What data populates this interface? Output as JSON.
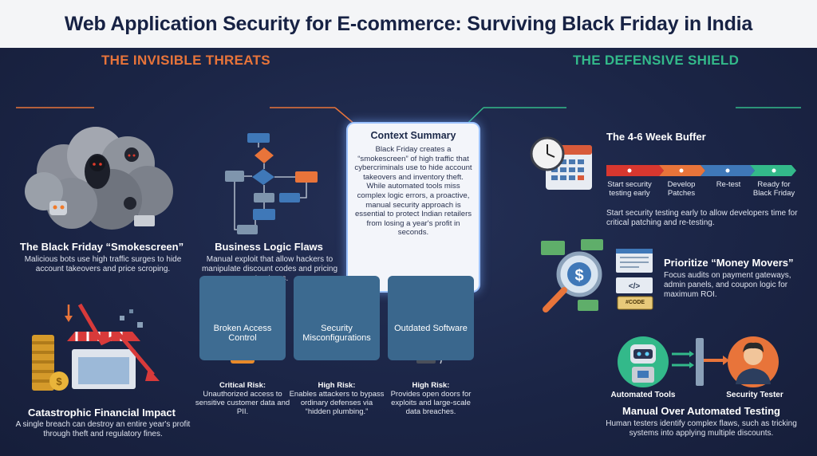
{
  "header": {
    "title": "Web Application Security for E-commerce: Surviving Black Friday in India"
  },
  "threats": {
    "heading": "THE INVISIBLE THREATS",
    "smokescreen": {
      "title": "The Black Friday “Smokescreen”",
      "desc": "Malicious bots use high traffic surges to hide account takeovers and price scroping."
    },
    "logic": {
      "title": "Business Logic Flaws",
      "desc": "Manual exploit that allow hackers to manipulate discount codes and pricing structures."
    },
    "impact": {
      "title": "Catastrophic Financial Impact",
      "desc": "A single breach can destroy an entire year's profit through theft and regulatory fines."
    },
    "cards": [
      {
        "title": "Broken Access Control",
        "risk": "Critical Risk:",
        "desc": "Unauthorized access to sensitive customer data and PII."
      },
      {
        "title": "Security Misconfigurations",
        "risk": "High Risk:",
        "desc": "Enables attackers to bypass ordinary defenses via “hidden plumbing.”"
      },
      {
        "title": "Outdated Software",
        "risk": "High Risk:",
        "desc": "Provides open doors for exploits and large-scale data breaches."
      }
    ]
  },
  "context": {
    "title": "Context Summary",
    "body": "Black Friday creates a “smokescreen” of high traffic that cybercriminals use to hide account takeovers and inventory theft. While automated tools miss complex logic errors, a proactive, manual security approach is essential to protect Indian retailers from losing a year's profit in seconds."
  },
  "shield": {
    "heading": "THE DEFENSIVE SHIELD",
    "buffer": {
      "title": "The 4-6 Week Buffer",
      "steps": [
        "Start security testing early",
        "Develop Patches",
        "Re-test",
        "Ready for Black Friday"
      ],
      "desc": "Start security testing early to allow developers time for critical patching and re-testing."
    },
    "money": {
      "title": "Prioritize “Money Movers”",
      "desc": "Focus audits on payment gateways, admin panels, and coupon logic for maximum ROI.",
      "code_label": "#CODE"
    },
    "manual": {
      "title": "Manual Over Automated Testing",
      "desc": "Human testers identify complex flaws, such as tricking systems into applying multiple discounts.",
      "tools_label": "Automated Tools",
      "tester_label": "Security Tester"
    }
  },
  "colors": {
    "threat": "#e8743a",
    "shield": "#33b98a",
    "card": "#3e6c92",
    "navy": "#172244"
  }
}
